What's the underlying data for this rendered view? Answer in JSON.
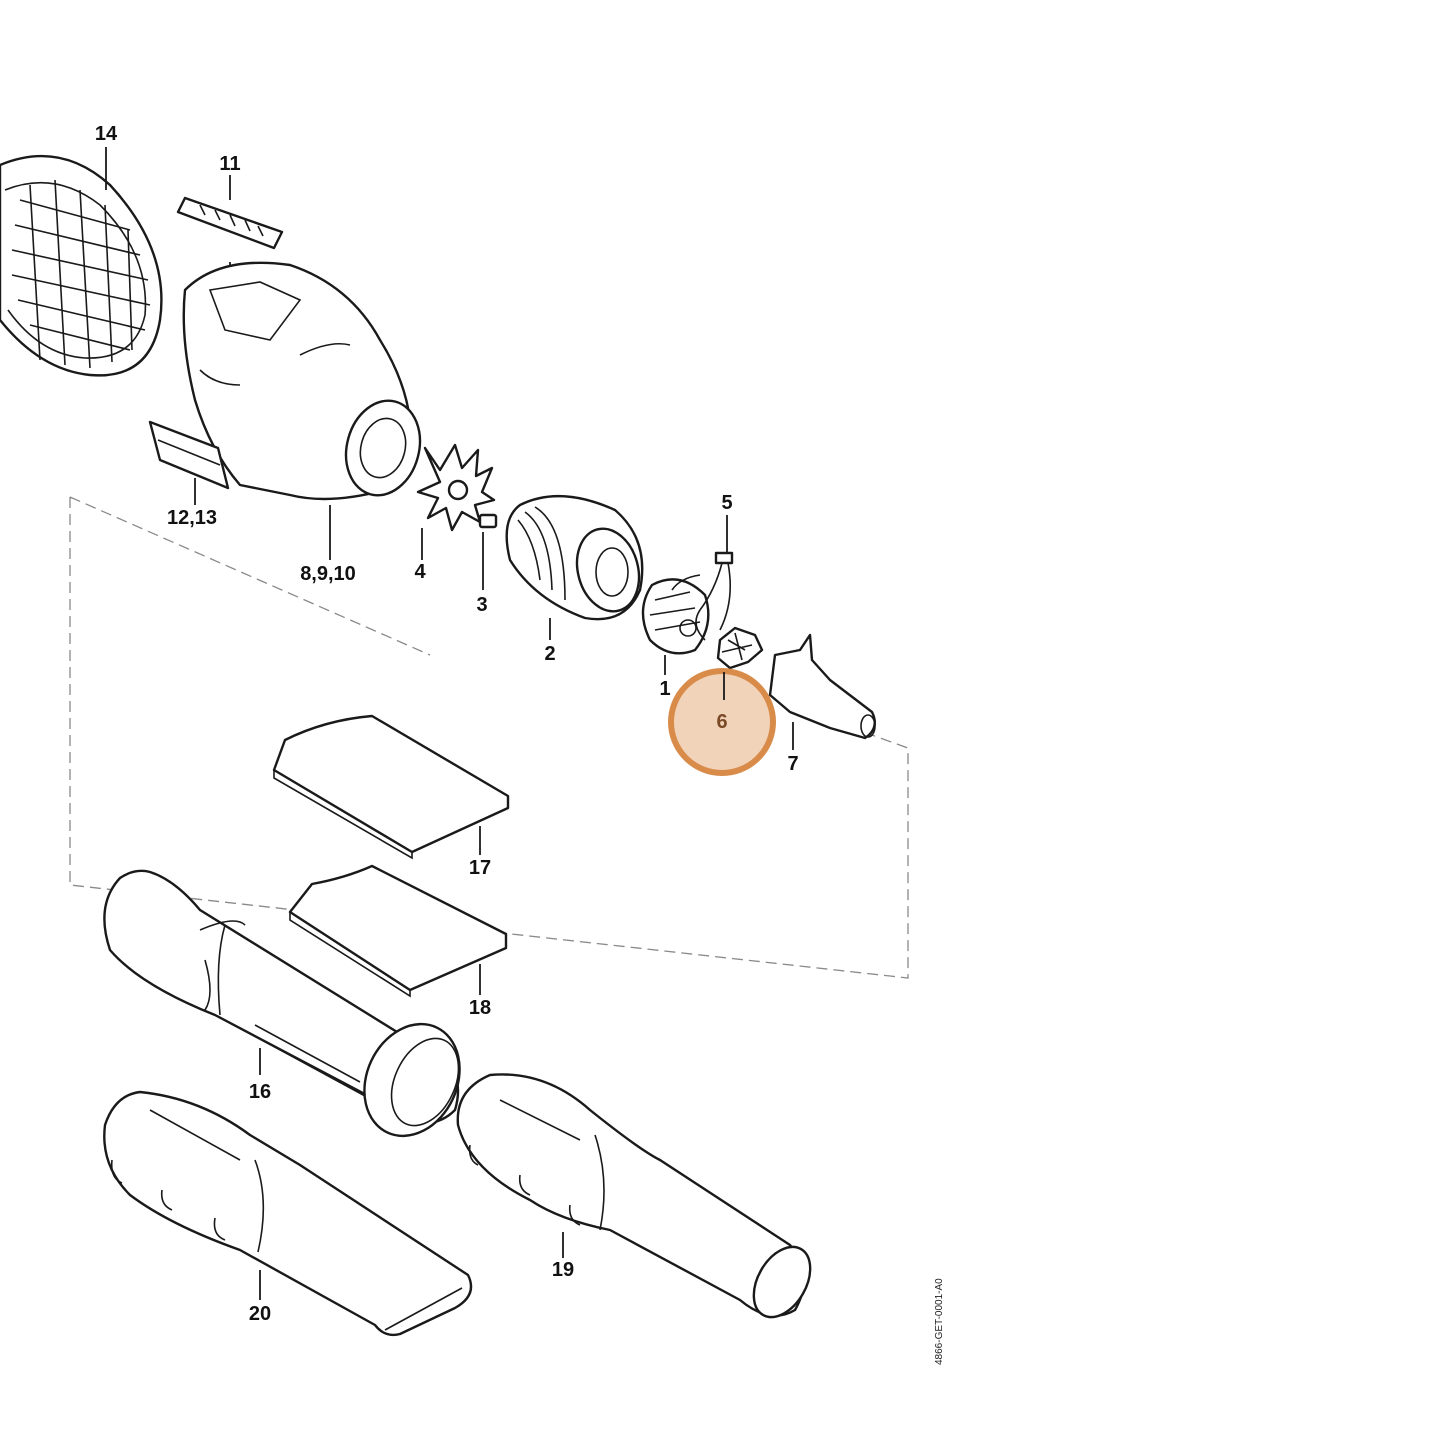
{
  "diagram": {
    "doc_id": "4866-GET-0001-A0",
    "labels": {
      "p1": "1",
      "p2": "2",
      "p3": "3",
      "p4": "4",
      "p5": "5",
      "p6": "6",
      "p7": "7",
      "p8_9_10": "8,9,10",
      "p11": "11",
      "p12_13": "12,13",
      "p14": "14",
      "p16": "16",
      "p17": "17",
      "p18": "18",
      "p19": "19",
      "p20": "20"
    },
    "highlight": {
      "part": "6",
      "color": "#d98c4a"
    }
  }
}
